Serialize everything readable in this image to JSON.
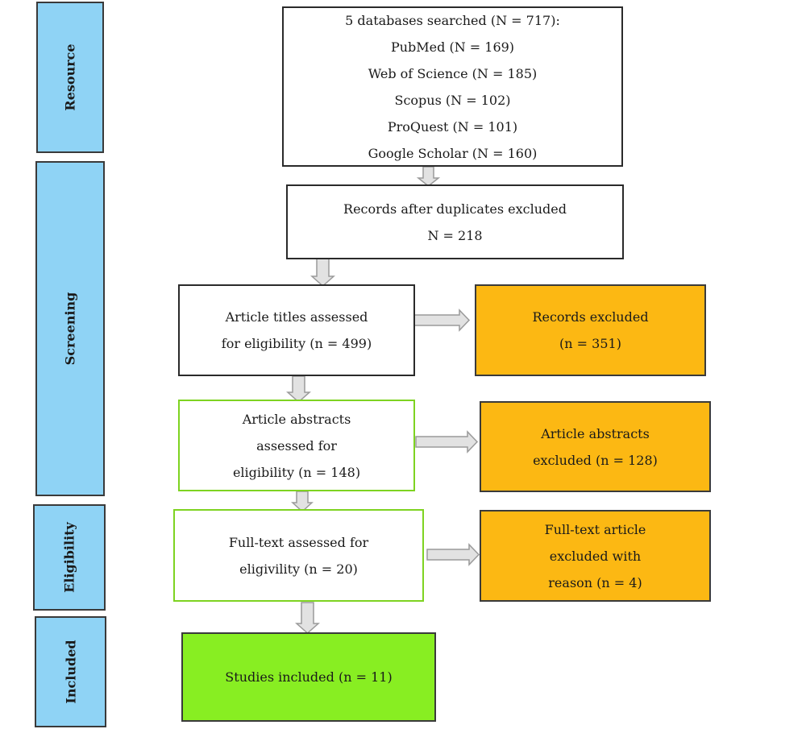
{
  "phases": {
    "resource": "Resource",
    "screening": "Screening",
    "eligibility": "Eligibility",
    "included": "Included"
  },
  "boxes": {
    "databases": [
      "5 databases searched (N = 717):",
      "PubMed (N = 169)",
      "Web of Science (N = 185)",
      "Scopus (N = 102)",
      "ProQuest (N = 101)",
      "Google Scholar (N = 160)"
    ],
    "duplicates": [
      "Records after duplicates excluded",
      "N = 218"
    ],
    "titles": [
      "Article titles assessed",
      "for eligibility (n = 499)"
    ],
    "records_excluded": [
      "Records excluded",
      "(n = 351)"
    ],
    "abstracts": [
      "Article abstracts",
      "assessed for",
      "eligibility (n = 148)"
    ],
    "abstracts_excluded": [
      "Article abstracts",
      "excluded (n = 128)"
    ],
    "fulltext": [
      "Full-text assessed for",
      "eligivility (n = 20)"
    ],
    "fulltext_excluded": [
      "Full-text article",
      "excluded with",
      "reason (n = 4)"
    ],
    "included": [
      "Studies included (n = 11)"
    ]
  },
  "colors": {
    "phase_fill": "#8fd3f5",
    "excluded_fill": "#fcb813",
    "included_fill": "#88ee22",
    "green_outline": "#7ed321",
    "arrow_fill": "#e2e2e2"
  }
}
